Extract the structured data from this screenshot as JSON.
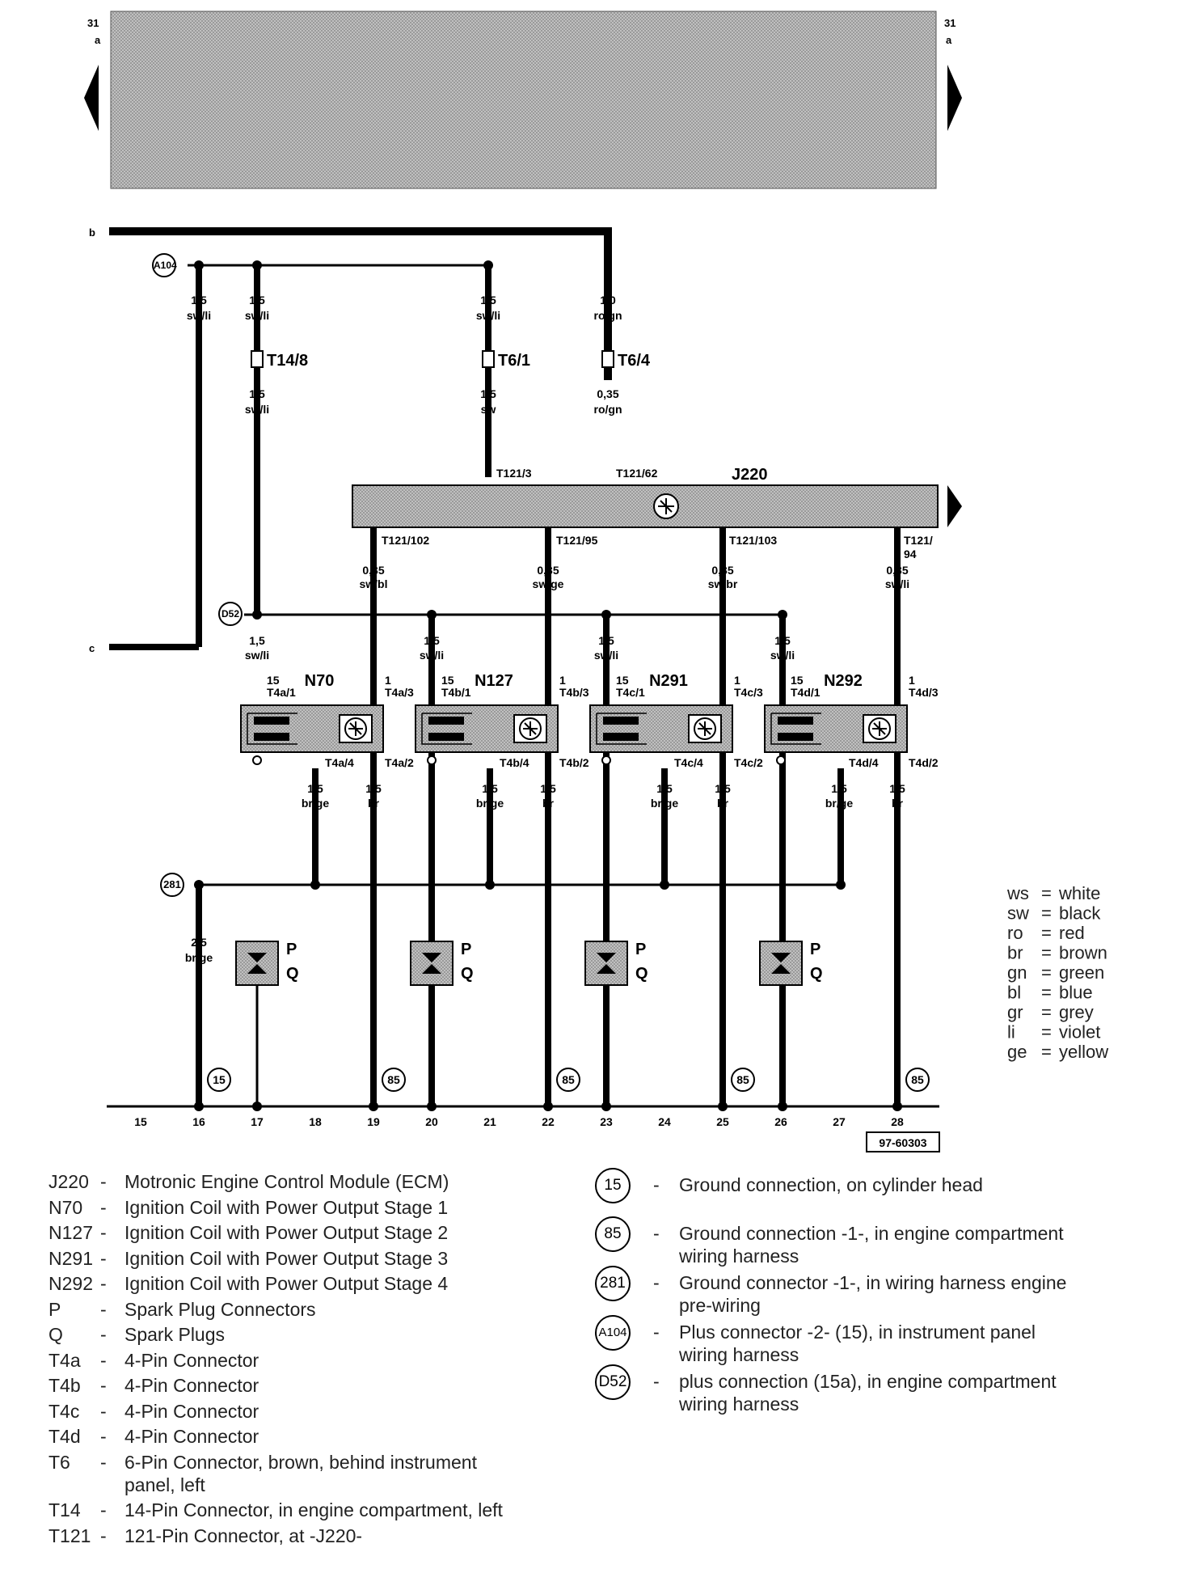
{
  "top_bar": {
    "left_num": "31",
    "left_letter": "a",
    "right_num": "31",
    "right_letter": "a"
  },
  "side_labels": {
    "b": "b",
    "c": "c"
  },
  "connectors": {
    "A104": "A104",
    "D52": "D52",
    "281": "281",
    "grounds": [
      "15",
      "85",
      "85",
      "85",
      "85"
    ]
  },
  "wires_top": [
    {
      "size": "1,5",
      "color": "sw/li"
    },
    {
      "size": "1,5",
      "color": "sw/li"
    },
    {
      "size": "1,5",
      "color": "sw/li"
    },
    {
      "size": "1,0",
      "color": "ro/gn"
    }
  ],
  "plugs": {
    "t14_8": "T14/8",
    "t6_1": "T6/1",
    "t6_4": "T6/4"
  },
  "wires_mid": [
    {
      "size": "1,5",
      "color": "sw/li"
    },
    {
      "size": "1,5",
      "color": "sw"
    },
    {
      "size": "0,35",
      "color": "ro/gn"
    }
  ],
  "ecm": {
    "name": "J220",
    "pins_in": [
      "T121/3",
      "T121/62"
    ],
    "pins_out": [
      "T121/102",
      "T121/95",
      "T121/103",
      "T121/",
      "94"
    ]
  },
  "wires_ecm_out": [
    {
      "size": "0,35",
      "color": "sw/bl"
    },
    {
      "size": "0,35",
      "color": "sw/ge"
    },
    {
      "size": "0,35",
      "color": "sw/br"
    },
    {
      "size": "0,35",
      "color": "sw/li"
    }
  ],
  "coils": [
    {
      "name": "N70",
      "feed": {
        "size": "1,5",
        "color": "sw/li"
      },
      "pin15": "15",
      "pin15_label": "T4a/1",
      "pin1": "1",
      "pin1_label": "T4a/3",
      "pin4": "T4a/4",
      "pin2": "T4a/2"
    },
    {
      "name": "N127",
      "feed": {
        "size": "1,5",
        "color": "sw/li"
      },
      "pin15": "15",
      "pin15_label": "T4b/1",
      "pin1": "1",
      "pin1_label": "T4b/3",
      "pin4": "T4b/4",
      "pin2": "T4b/2"
    },
    {
      "name": "N291",
      "feed": {
        "size": "1,5",
        "color": "sw/li"
      },
      "pin15": "15",
      "pin15_label": "T4c/1",
      "pin1": "1",
      "pin1_label": "T4c/3",
      "pin4": "T4c/4",
      "pin2": "T4c/2"
    },
    {
      "name": "N292",
      "feed": {
        "size": "1,5",
        "color": "sw/li"
      },
      "pin15": "15",
      "pin15_label": "T4d/1",
      "pin1": "1",
      "pin1_label": "T4d/3",
      "pin4": "T4d/4",
      "pin2": "T4d/2"
    }
  ],
  "wires_low": {
    "brge": {
      "size": "1,5",
      "color": "br/ge"
    },
    "br": {
      "size": "1,5",
      "color": "br"
    },
    "main": {
      "size": "2,5",
      "color": "br/ge"
    }
  },
  "plug_labels": {
    "p": "P",
    "q": "Q"
  },
  "tracks": [
    "15",
    "16",
    "17",
    "18",
    "19",
    "20",
    "21",
    "22",
    "23",
    "24",
    "25",
    "26",
    "27",
    "28"
  ],
  "drawing_number": "97-60303",
  "color_legend": [
    {
      "code": "ws",
      "meaning": "white"
    },
    {
      "code": "sw",
      "meaning": "black"
    },
    {
      "code": "ro",
      "meaning": "red"
    },
    {
      "code": "br",
      "meaning": "brown"
    },
    {
      "code": "gn",
      "meaning": "green"
    },
    {
      "code": "bl",
      "meaning": "blue"
    },
    {
      "code": "gr",
      "meaning": "grey"
    },
    {
      "code": "li",
      "meaning": "violet"
    },
    {
      "code": "ge",
      "meaning": "yellow"
    }
  ],
  "component_legend": [
    {
      "code": "J220",
      "text": "Motronic Engine Control Module (ECM)"
    },
    {
      "code": "N70",
      "text": "Ignition Coil with Power Output Stage 1"
    },
    {
      "code": "N127",
      "text": "Ignition Coil with Power Output Stage 2"
    },
    {
      "code": "N291",
      "text": "Ignition Coil with Power Output Stage 3"
    },
    {
      "code": "N292",
      "text": "Ignition Coil with Power Output Stage 4"
    },
    {
      "code": "P",
      "text": "Spark Plug Connectors"
    },
    {
      "code": "Q",
      "text": "Spark Plugs"
    },
    {
      "code": "T4a",
      "text": "4-Pin Connector"
    },
    {
      "code": "T4b",
      "text": "4-Pin Connector"
    },
    {
      "code": "T4c",
      "text": "4-Pin Connector"
    },
    {
      "code": "T4d",
      "text": "4-Pin Connector"
    },
    {
      "code": "T6",
      "text": "6-Pin Connector, brown, behind instrument",
      "text2": "panel, left"
    },
    {
      "code": "T14",
      "text": "14-Pin Connector, in engine compartment, left"
    },
    {
      "code": "T121",
      "text": "121-Pin  Connector, at -J220-"
    }
  ],
  "connection_legend": [
    {
      "code": "15",
      "text": "Ground connection, on cylinder head"
    },
    {
      "code": "85",
      "text": "Ground connection -1-, in engine compartment",
      "text2": "wiring harness"
    },
    {
      "code": "281",
      "text": "Ground connector -1-, in wiring harness engine",
      "text2": "pre-wiring"
    },
    {
      "code": "A104",
      "text": "Plus connector -2- (15), in instrument panel",
      "text2": "wiring harness"
    },
    {
      "code": "D52",
      "text": "plus connection (15a), in engine compartment",
      "text2": "wiring harness"
    }
  ]
}
